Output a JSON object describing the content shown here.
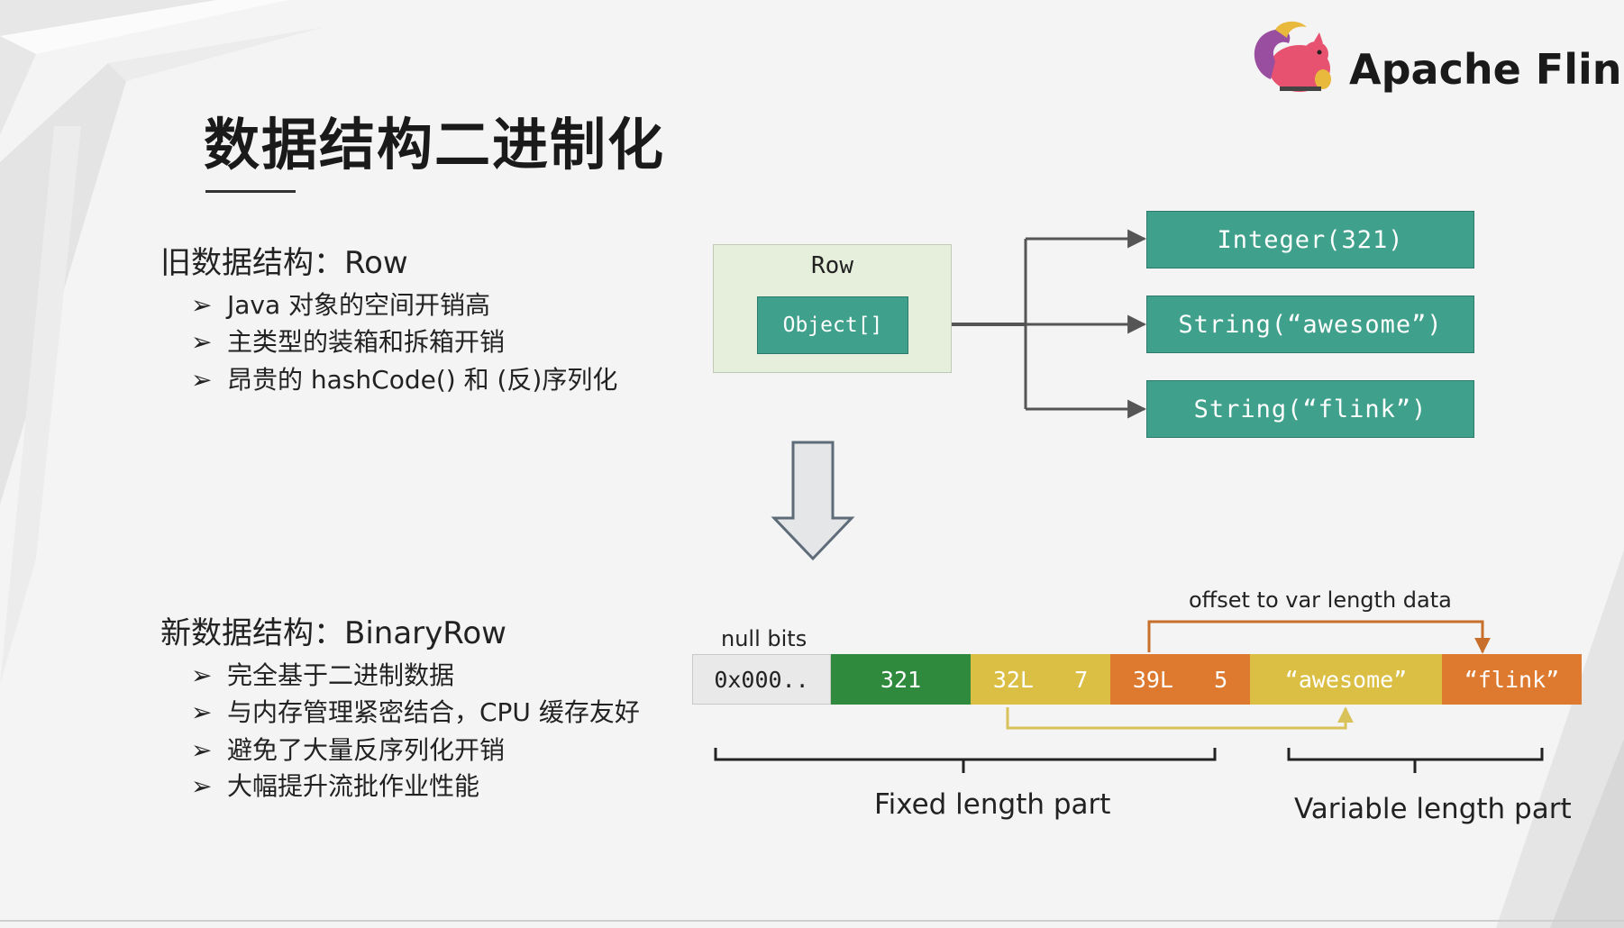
{
  "brand": {
    "name": "Apache Flink"
  },
  "title": "数据结构二进制化",
  "old_structure": {
    "heading": "旧数据结构：Row",
    "bullets": [
      "Java 对象的空间开销高",
      "主类型的装箱和拆箱开销",
      "昂贵的 hashCode() 和 (反)序列化"
    ]
  },
  "new_structure": {
    "heading": "新数据结构：BinaryRow",
    "bullets": [
      "完全基于二进制数据",
      "与内存管理紧密结合，CPU 缓存友好",
      "避免了大量反序列化开销",
      "大幅提升流批作业性能"
    ]
  },
  "bullet_marker": "➢",
  "row_diagram": {
    "row_label": "Row",
    "object_label": "Object[]",
    "targets": [
      "Integer(321)",
      "String(“awesome”)",
      "String(“flink”)"
    ]
  },
  "binary_row": {
    "null_bits_label": "null bits",
    "offset_label": "offset to var length data",
    "cells": [
      {
        "text": "0x000..",
        "color": "#e9e9e9"
      },
      {
        "text": "321",
        "color": "#2f8a3e"
      },
      {
        "text": "32L   7",
        "color": "#dbbf45"
      },
      {
        "text": "39L   5",
        "color": "#dd7a2f"
      },
      {
        "text": "“awesome”",
        "color": "#dbbf45"
      },
      {
        "text": "“flink”",
        "color": "#dd7a2f"
      }
    ],
    "fixed_label": "Fixed length part",
    "variable_label": "Variable length part"
  },
  "colors": {
    "teal": "#3fa08b",
    "row_bg": "#e6efdb",
    "offset_line": "#c86f2c",
    "pointer_line": "#d9c25a"
  }
}
